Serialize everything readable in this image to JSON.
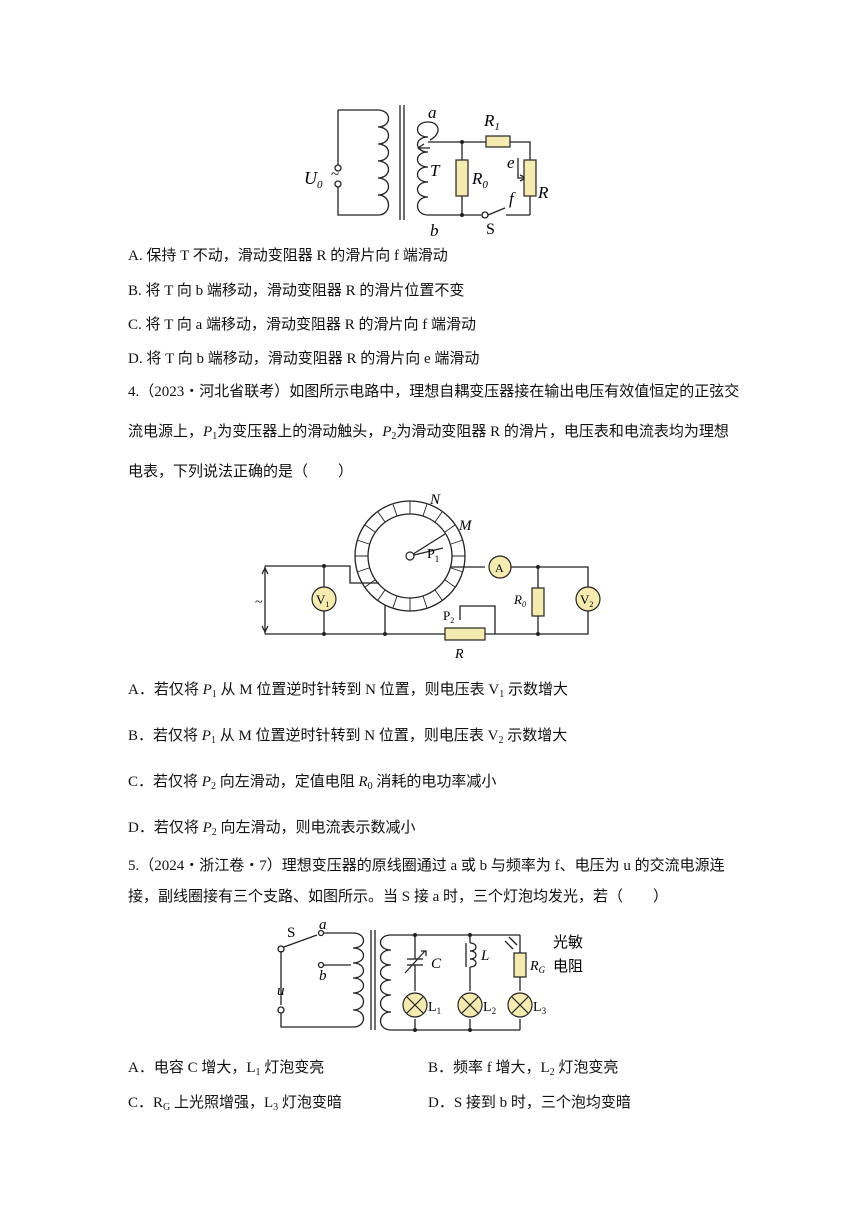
{
  "q3": {
    "fig_labels": {
      "u": "U",
      "u_sub": "0",
      "tilde": "~",
      "a": "a",
      "t": "T",
      "b": "b",
      "r1": "R",
      "r1_sub": "1",
      "r0": "R",
      "r0_sub": "0",
      "e": "e",
      "f": "f",
      "r": "R",
      "s": "S"
    },
    "options": [
      "A. 保持 T 不动，滑动变阻器 R 的滑片向 f 端滑动",
      "B. 将 T 向 b 端移动，滑动变阻器 R 的滑片位置不变",
      "C. 将 T 向 a 端移动，滑动变阻器 R 的滑片向 f 端滑动",
      "D. 将 T 向 b 端移动，滑动变阻器 R 的滑片向 e 端滑动"
    ]
  },
  "q4": {
    "stem_line1": "4.（2023・河北省联考）如图所示电路中，理想自耦变压器接在输出电压有效值恒定的正弦交",
    "stem_line2_a": "流电源上，",
    "stem_line2_p1": "P",
    "stem_line2_p1_sub": "1",
    "stem_line2_b": "为变压器上的滑动触头，",
    "stem_line2_p2": "P",
    "stem_line2_p2_sub": "2",
    "stem_line2_c": "为滑动变阻器 R 的滑片，电压表和电流表均为理想",
    "stem_line3": "电表，下列说法正确的是（　　）",
    "fig_labels": {
      "n": "N",
      "m": "M",
      "p1": "P",
      "p1_sub": "1",
      "a": "A",
      "v1": "V",
      "v1_sub": "1",
      "v2": "V",
      "v2_sub": "2",
      "r0": "R",
      "r0_sub": "0",
      "p2": "P",
      "p2_sub": "2",
      "r": "R",
      "tilde": "~"
    },
    "opt_a": {
      "pre": "A．若仅将 ",
      "p": "P",
      "p_sub": "1",
      "mid": " 从 M 位置逆时针转到 N 位置，则电压表 V",
      "v_sub": "1",
      "post": " 示数增大"
    },
    "opt_b": {
      "pre": "B．若仅将 ",
      "p": "P",
      "p_sub": "1",
      "mid": " 从 M 位置逆时针转到 N 位置，则电压表 V",
      "v_sub": "2",
      "post": " 示数增大"
    },
    "opt_c": {
      "pre": "C．若仅将 ",
      "p": "P",
      "p_sub": "2",
      "mid": " 向左滑动，定值电阻 ",
      "r": "R",
      "r_sub": "0",
      "post": " 消耗的电功率减小"
    },
    "opt_d": {
      "pre": "D．若仅将 ",
      "p": "P",
      "p_sub": "2",
      "post": " 向左滑动，则电流表示数减小"
    }
  },
  "q5": {
    "stem_line1": "5.（2024・浙江卷・7）理想变压器的原线圈通过 a 或 b 与频率为 f、电压为 u 的交流电源连",
    "stem_line2": "接，副线圈接有三个支路、如图所示。当 S 接 a 时，三个灯泡均发光，若（　　）",
    "fig_labels": {
      "s": "S",
      "a": "a",
      "b": "b",
      "u": "u",
      "c": "C",
      "l": "L",
      "rg": "R",
      "rg_sub": "G",
      "photo1": "光敏",
      "photo2": "电阻",
      "l1": "L",
      "l1_sub": "1",
      "l2": "L",
      "l2_sub": "2",
      "l3": "L",
      "l3_sub": "3"
    },
    "opt_a": {
      "pre": "A．电容 C 增大，L",
      "sub": "1",
      "post": " 灯泡变亮"
    },
    "opt_b": {
      "pre": "B．频率 f 增大，L",
      "sub": "2",
      "post": " 灯泡变亮"
    },
    "opt_c": {
      "pre": "C．R",
      "sub": "G",
      "post": " 上光照增强，L",
      "sub2": "3",
      "post2": " 灯泡变暗"
    },
    "opt_d": {
      "text": "D．S 接到 b 时，三个泡均变暗"
    }
  }
}
